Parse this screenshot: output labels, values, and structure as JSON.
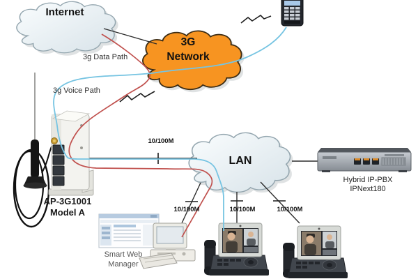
{
  "clouds": {
    "internet": {
      "label": "Internet"
    },
    "network_3g": {
      "label": "3G\nNetwork"
    },
    "lan": {
      "label": "LAN"
    }
  },
  "path_labels": {
    "data": "3g Data Path",
    "voice": "3g Voice Path"
  },
  "link_speeds": [
    "10/100M",
    "10/100M",
    "10/100M",
    "10/100M"
  ],
  "device_labels": {
    "router": "AP-3G1001\nModel A",
    "pbx": "Hybrid IP-PBX\nIPNext180",
    "manager": "Smart Web\nManager"
  },
  "colors": {
    "data_path": "#c0504d",
    "voice_path": "#76c4e2",
    "cloud_3g": "#f79421",
    "link": "#2b2b2b"
  }
}
